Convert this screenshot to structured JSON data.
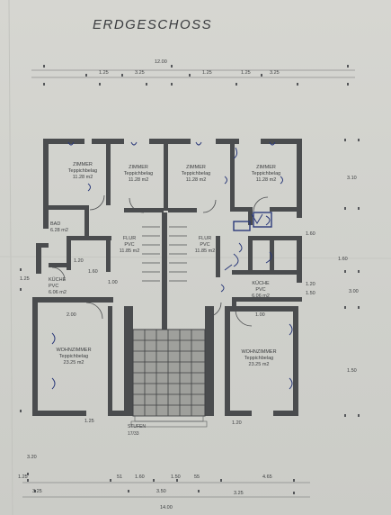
{
  "title": "ERDGESCHOSS",
  "colors": {
    "paper": "#d3d4cf",
    "wall": "#4a4c4e",
    "ink": "#3c3e40",
    "pen": "#2c3a7a"
  },
  "rooms": [
    {
      "id": "zimmer1",
      "name": "ZIMMER",
      "floor": "Teppichbelag",
      "area": "11.28 m2"
    },
    {
      "id": "zimmer2",
      "name": "ZIMMER",
      "floor": "Teppichbelag",
      "area": "11.28 m2"
    },
    {
      "id": "zimmer3",
      "name": "ZIMMER",
      "floor": "Teppichbelag",
      "area": "11.28 m2"
    },
    {
      "id": "zimmer4",
      "name": "ZIMMER",
      "floor": "Teppichbelag",
      "area": "11.28 m2"
    },
    {
      "id": "bad",
      "name": "BAD",
      "floor": "",
      "area": "6.28 m2"
    },
    {
      "id": "flur-left",
      "name": "FLUR",
      "floor": "PVC",
      "area": "11.85 m2"
    },
    {
      "id": "flur-right",
      "name": "FLUR",
      "floor": "PVC",
      "area": "11.85 m2"
    },
    {
      "id": "kueche-left",
      "name": "KÜCHE",
      "floor": "PVC",
      "area": "6.06 m2"
    },
    {
      "id": "kueche-right",
      "name": "KÜCHE",
      "floor": "PVC",
      "area": "6.06 m2"
    },
    {
      "id": "wohn-left",
      "name": "WOHNZIMMER",
      "floor": "Teppichbelag",
      "area": "23.25 m2"
    },
    {
      "id": "wohn-right",
      "name": "WOHNZIMMER",
      "floor": "Teppichbelag",
      "area": "23.25 m2"
    }
  ],
  "dimensions": {
    "top_overall": "12.00",
    "top_row": [
      "1.25",
      "3.25",
      "1.25",
      "1.25",
      "3.25"
    ],
    "bottom_row": [
      "3.25",
      "1.60",
      "1.50",
      "4.65",
      "3.25"
    ],
    "bottom_overall": "14.00",
    "bottom_mid": "3.50",
    "left_side": [
      "1.25",
      "1.60",
      "1.00"
    ],
    "right_side": [
      "1.60",
      "1.20",
      "1.50",
      "3.10",
      "1.60",
      "3.00",
      "1.50"
    ],
    "interior": [
      "2.00",
      "1.20",
      "1.00",
      "1.20",
      "1.25"
    ],
    "stair_note": "STUFEN",
    "stair_dim": "17/33",
    "left_bottom": "3.20",
    "bottom_small": [
      "51",
      "55",
      "1.25"
    ]
  }
}
